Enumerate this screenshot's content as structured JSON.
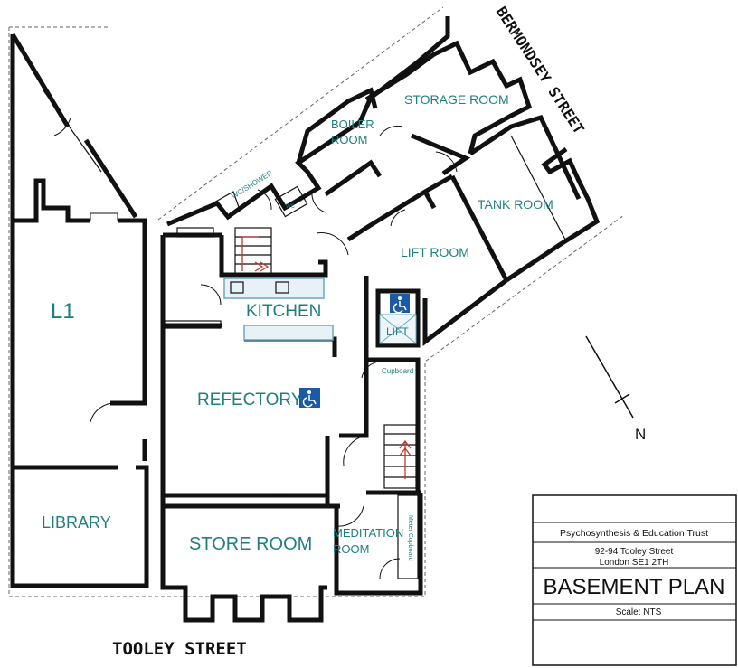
{
  "rooms": {
    "l1": "L1",
    "library": "LIBRARY",
    "store_room": "STORE ROOM",
    "refectory": "REFECTORY",
    "kitchen": "KITCHEN",
    "meditation_room_line1": "MEDITATION",
    "meditation_room_line2": "ROOM",
    "lift": "LIFT",
    "lift_room": "LIFT ROOM",
    "tank_room": "TANK ROOM",
    "storage_room": "STORAGE ROOM",
    "boiler_room_line1": "BOILER",
    "boiler_room_line2": "ROOM",
    "wc": "wc",
    "wc_shower": "WC/SHOWER",
    "cupboard": "Cupboard",
    "meter_cupboard": "Meter Cupboard"
  },
  "streets": {
    "tooley": "TOOLEY STREET",
    "bermondsey": "BERMONDSEY STREET"
  },
  "north_label": "N",
  "title_block": {
    "organisation": "Psychosynthesis & Education Trust",
    "address_line1": "92-94 Tooley Street",
    "address_line2": "London SE1 2TH",
    "plan_title": "BASEMENT PLAN",
    "scale": "Scale: NTS"
  },
  "icons": [
    "wheelchair-accessible-icon",
    "north-arrow-icon",
    "stairs-icon"
  ],
  "colors": {
    "room_label": "#1f7f80",
    "wall": "#111111",
    "access_badge": "#1a5aa6",
    "stair_arrow": "#c0392b",
    "fixture": "#6aa9c4"
  }
}
